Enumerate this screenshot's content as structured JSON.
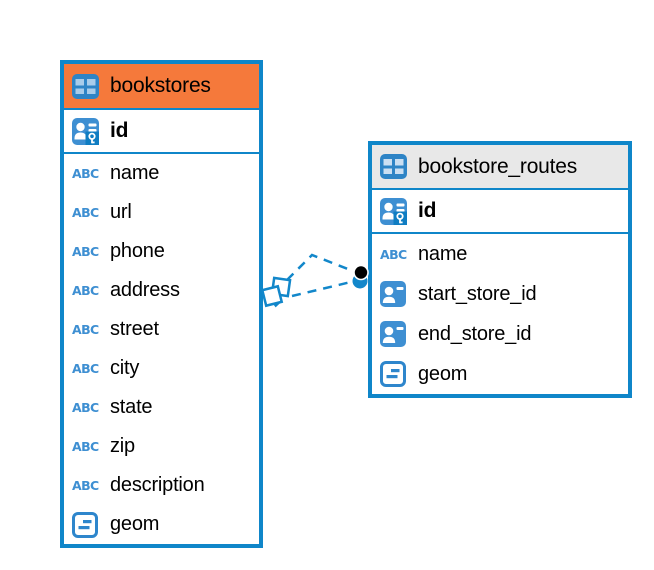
{
  "icons": {
    "text_type_label": "ABC"
  },
  "colors": {
    "table_border_blue": "#0F86C9",
    "icon_blue": "#3E8FD2",
    "header_orange": "#F5793B",
    "header_gray": "#E8E8E8",
    "connector_blue": "#1287CA",
    "marker_black": "#000000"
  },
  "tables": [
    {
      "name": "bookstores",
      "header_style": "orange",
      "primary_key": "id",
      "columns": [
        {
          "name": "name",
          "type": "text"
        },
        {
          "name": "url",
          "type": "text"
        },
        {
          "name": "phone",
          "type": "text"
        },
        {
          "name": "address",
          "type": "text"
        },
        {
          "name": "street",
          "type": "text"
        },
        {
          "name": "city",
          "type": "text"
        },
        {
          "name": "state",
          "type": "text"
        },
        {
          "name": "zip",
          "type": "text"
        },
        {
          "name": "description",
          "type": "text"
        },
        {
          "name": "geom",
          "type": "geometry"
        }
      ]
    },
    {
      "name": "bookstore_routes",
      "header_style": "gray",
      "primary_key": "id",
      "columns": [
        {
          "name": "name",
          "type": "text"
        },
        {
          "name": "start_store_id",
          "type": "foreign-key"
        },
        {
          "name": "end_store_id",
          "type": "foreign-key"
        },
        {
          "name": "geom",
          "type": "geometry"
        }
      ]
    }
  ],
  "relationships": [
    {
      "between": [
        "bookstore_routes",
        "bookstores"
      ],
      "style": "dashed"
    },
    {
      "between": [
        "bookstore_routes",
        "bookstores"
      ],
      "style": "dashed"
    }
  ]
}
